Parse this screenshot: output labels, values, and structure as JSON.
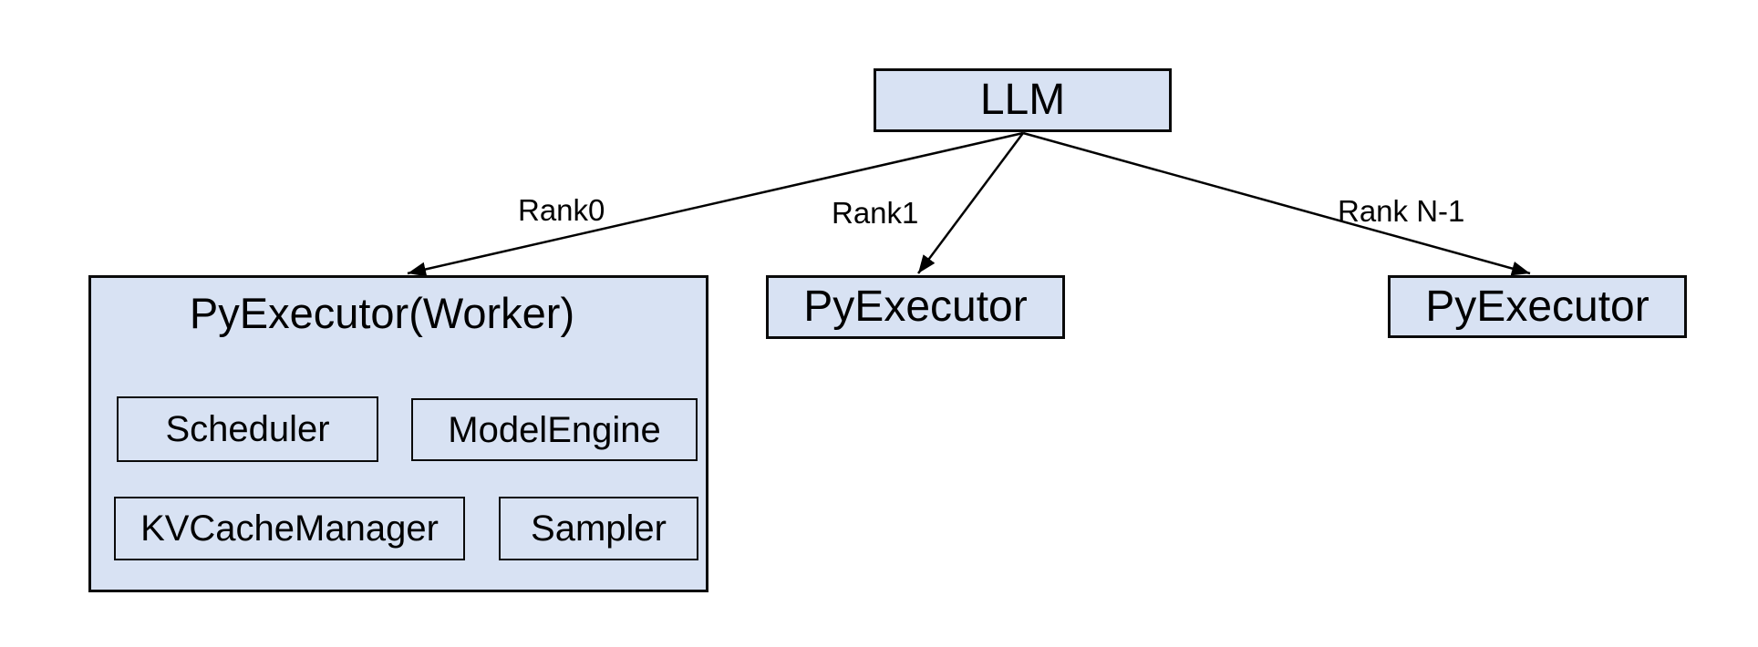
{
  "diagram": {
    "nodes": {
      "llm": {
        "label": "LLM"
      },
      "worker": {
        "title": "PyExecutor(Worker)",
        "children": [
          "Scheduler",
          "ModelEngine",
          "KVCacheManager",
          "Sampler"
        ]
      },
      "executor_rank1": {
        "label": "PyExecutor"
      },
      "executor_rank_n": {
        "label": "PyExecutor"
      }
    },
    "edges": [
      {
        "label": "Rank0"
      },
      {
        "label": "Rank1"
      },
      {
        "label": "Rank N-1"
      }
    ],
    "colors": {
      "node_fill": "#d8e2f3",
      "node_border": "#0a0a0a",
      "edge_line": "#000000",
      "background": "#ffffff",
      "text": "#000000"
    }
  }
}
